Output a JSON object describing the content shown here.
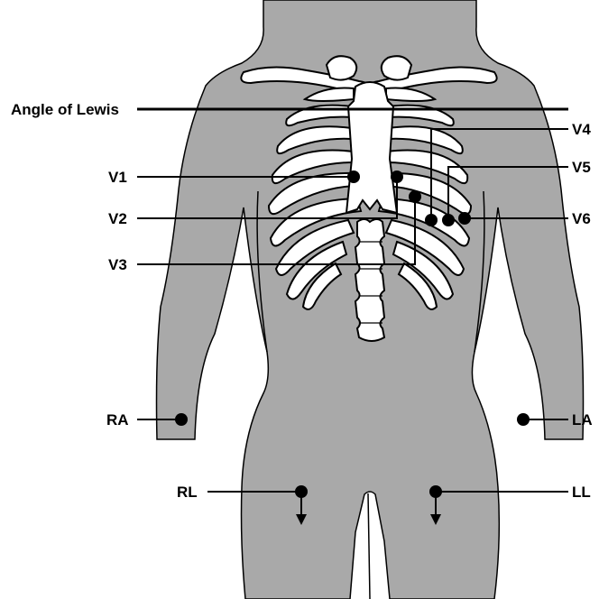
{
  "labels": {
    "angle_of_lewis": "Angle of Lewis",
    "v1": "V1",
    "v2": "V2",
    "v3": "V3",
    "v4": "V4",
    "v5": "V5",
    "v6": "V6",
    "ra": "RA",
    "la": "LA",
    "rl": "RL",
    "ll": "LL"
  },
  "colors": {
    "body_fill": "#a9a9a9",
    "bone_fill": "#ffffff",
    "line": "#000000"
  }
}
